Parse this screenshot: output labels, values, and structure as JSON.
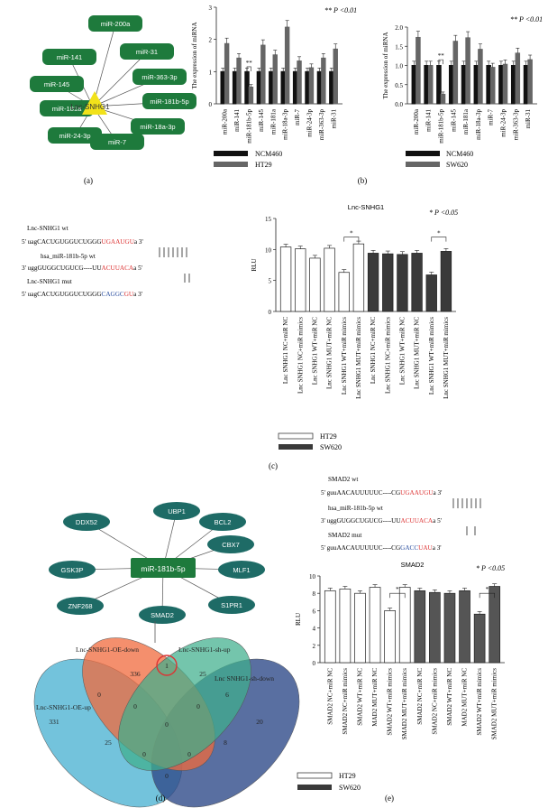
{
  "panel_labels": {
    "a": "(a)",
    "b": "(b)",
    "c": "(c)",
    "d": "(d)",
    "e": "(e)"
  },
  "network_a": {
    "center": "Lnc-SNHG1",
    "nodes": [
      "miR-200a",
      "miR-31",
      "miR-363-3p",
      "miR-181b-5p",
      "miR-18a-3p",
      "miR-7",
      "miR-24-3p",
      "miR-181a",
      "miR-145",
      "miR-141"
    ],
    "colors": {
      "node": "#1e7a3c",
      "center": "#f2e21a"
    }
  },
  "sig_labels": {
    "b1": "** P <0.01",
    "b2": "** P <0.01",
    "c": "* P <0.05",
    "e": "* P <0.05",
    "star": "*",
    "dstar": "**"
  },
  "colors": {
    "black_bar": "#111111",
    "grey_bar": "#666666",
    "white_bar": "#ffffff",
    "dark_bar": "#3a3a3a"
  },
  "chart_data": [
    {
      "id": "b1",
      "type": "bar",
      "ylabel": "The expression of miRNA",
      "ylim": [
        0,
        3
      ],
      "yticks": [
        0,
        1,
        2,
        3
      ],
      "categories": [
        "miR-200a",
        "miR-141",
        "miR-181b-5p",
        "miR-145",
        "miR-181a",
        "miR-18a-3p",
        "miR-7",
        "miR-24-3p",
        "miR-363-3p",
        "miR-31"
      ],
      "series": [
        {
          "name": "NCM460",
          "values": [
            1.0,
            1.0,
            1.0,
            1.0,
            1.0,
            1.0,
            1.0,
            1.0,
            1.0,
            1.0
          ]
        },
        {
          "name": "HT29",
          "values": [
            1.87,
            1.42,
            0.52,
            1.82,
            1.52,
            2.38,
            1.33,
            1.12,
            1.42,
            1.7
          ]
        }
      ]
    },
    {
      "id": "b2",
      "type": "bar",
      "ylabel": "The expression of miRNA",
      "ylim": [
        0,
        2
      ],
      "yticks": [
        0.0,
        0.5,
        1.0,
        1.5,
        2.0
      ],
      "categories": [
        "miR-200a",
        "miR-141",
        "miR-181b-5p",
        "miR-145",
        "miR-181a",
        "miR-18a-3p",
        "miR-7",
        "miR-24-3p",
        "miR-363-3p",
        "miR-31"
      ],
      "series": [
        {
          "name": "NCM460",
          "values": [
            1.0,
            1.0,
            1.0,
            1.0,
            1.0,
            1.0,
            1.0,
            1.0,
            1.0,
            1.0
          ]
        },
        {
          "name": "SW620",
          "values": [
            1.73,
            1.0,
            0.25,
            1.63,
            1.72,
            1.42,
            0.95,
            1.03,
            1.32,
            1.15
          ]
        }
      ]
    },
    {
      "id": "c",
      "type": "bar",
      "title": "Lnc-SNHG1",
      "ylabel": "RLU",
      "ylim": [
        0,
        15
      ],
      "yticks": [
        0,
        5,
        10,
        15
      ],
      "categories": [
        "Lnc SNHG1 NC+miR NC",
        "Lnc SNHG1 NC+miR mimics",
        "Lnc SNHG1 WT+miR NC",
        "Lnc SNHG1 MUT+miR NC",
        "Lnc SNHG1 WT+miR mimics",
        "Lnc SNHG1 MUT+miR mimics",
        "Lnc SNHG1 NC+miR NC",
        "Lnc SNHG1 NC+miR mimics",
        "Lnc SNHG1 WT+miR NC",
        "Lnc SNHG1 MUT+miR NC",
        "Lnc SNHG1 WT+miR mimics",
        "Lnc SNHG1 MUT+miR mimics"
      ],
      "series": [
        {
          "name": "HT29",
          "values": [
            10.4,
            10.1,
            8.6,
            10.2,
            6.3,
            10.9
          ]
        },
        {
          "name": "SW620",
          "values": [
            9.4,
            9.3,
            9.2,
            9.4,
            5.9,
            9.7
          ]
        }
      ]
    },
    {
      "id": "e",
      "type": "bar",
      "title": "SMAD2",
      "ylabel": "RLU",
      "ylim": [
        0,
        10
      ],
      "yticks": [
        0,
        2,
        4,
        6,
        8,
        10
      ],
      "categories": [
        "SMAD2 NC+miR NC",
        "SMAD2 NC+miR mimics",
        "SMAD2 WT+miR NC",
        "MAD2 MUT+miR NC",
        "SMAD2 WT+miR mimics",
        "SMAD2 MUT+miR mimics",
        "SMAD2 NC+miR NC",
        "SMAD2 NC+miR mimics",
        "SMAD2 WT+miR NC",
        "MAD2 MUT+miR NC",
        "SMAD2 WT+miR mimics",
        "SMAD2 MUT+miR mimics"
      ],
      "series": [
        {
          "name": "HT29",
          "values": [
            8.3,
            8.5,
            8.0,
            8.7,
            6.0,
            8.7
          ]
        },
        {
          "name": "SW620",
          "values": [
            8.3,
            8.1,
            8.0,
            8.3,
            5.6,
            8.8
          ]
        }
      ]
    }
  ],
  "seq_c": {
    "wt_label": "Lnc-SNHG1 wt",
    "wt_seq_a": "5' uagCACUGUGGUCUGGG",
    "wt_seq_b": "UGAAUGU",
    "wt_seq_c": "a 3'",
    "mir_label": "hsa_miR-181b-5p wt",
    "mir_seq_a": "3' uggGUGGCUGUCG----UU",
    "mir_seq_b": "ACUUACA",
    "mir_seq_c": "a 5'",
    "mut_label": "Lnc-SNHG1 mut",
    "mut_seq_a": "5' uagCACUGUGGUCUGGG",
    "mut_seq_b": "CAGGC",
    "mut_seq_c": "GU",
    "mut_seq_d": "a 3'"
  },
  "seq_e": {
    "wt_label": "SMAD2 wt",
    "wt_seq_a": "5' guuAACAUUUUUC----CG",
    "wt_seq_b": "UGAAUGU",
    "wt_seq_c": "a 3'",
    "mir_label": "hsa_miR-181b-5p wt",
    "mir_seq_a": "3' uggGUGGCUGUCG----UU",
    "mir_seq_b": "ACUUACA",
    "mir_seq_c": "a 5'",
    "mut_label": "SMAD2 mut",
    "mut_seq_a": "5' guuAACAUUUUUC----CG",
    "mut_seq_b": "GACC",
    "mut_seq_c": "UAU",
    "mut_seq_d": "a 3'"
  },
  "network_d": {
    "center": "miR-181b-5p",
    "nodes": [
      "UBP1",
      "BCL2",
      "CBX7",
      "MLF1",
      "S1PR1",
      "SMAD2",
      "ZNF268",
      "GSK3P",
      "DDX52"
    ],
    "colors": {
      "node": "#1e6b66",
      "center": "#1e7a3c"
    }
  },
  "venn": {
    "sets": [
      "Lnc-SNHG1-OE-down",
      "Lnc-SNHG1-sh-up",
      "Lnc-SNHG1-OE-up",
      "Lnc SNHG1-sh-down"
    ],
    "counts": {
      "oe_down_only": "336",
      "sh_up_only": "25",
      "oe_up_only": "331",
      "sh_down_only": "20",
      "center_top": "1",
      "oe_down_oe_up": "0",
      "sh_up_sh_down": "6",
      "oe_up_sh_up": "25",
      "oe_down_sh_down": "8",
      "c1": "0",
      "c2": "0",
      "c3": "0",
      "c4": "0",
      "c5": "0",
      "bottom": "0"
    },
    "colors": [
      "#f06a3c",
      "#3fae8c",
      "#5bb8d6",
      "#2f4b8a"
    ]
  }
}
